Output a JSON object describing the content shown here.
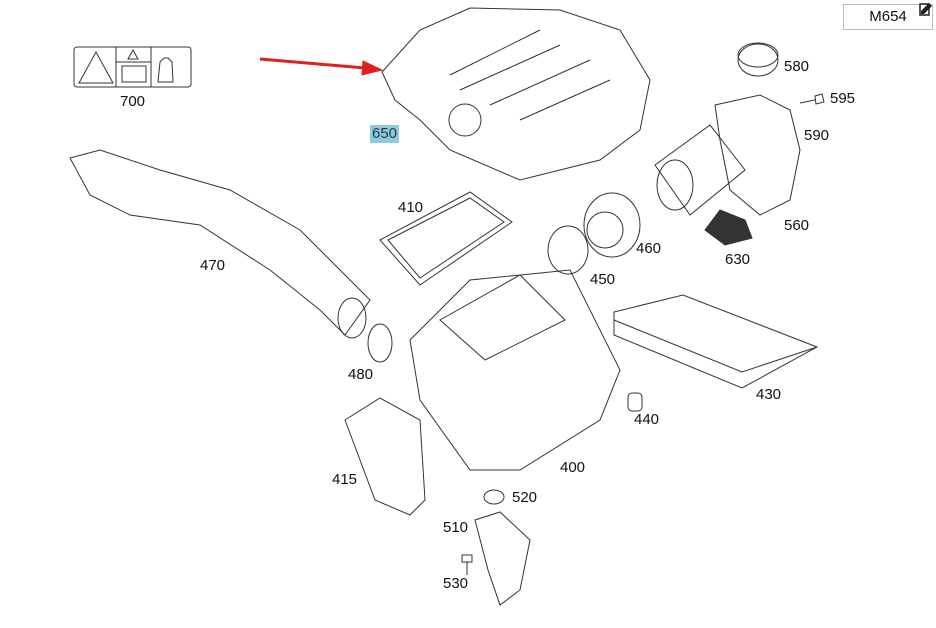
{
  "model": {
    "code": "M654"
  },
  "selected": "650",
  "parts": [
    {
      "id": "700",
      "label": "700"
    },
    {
      "id": "650",
      "label": "650"
    },
    {
      "id": "580",
      "label": "580"
    },
    {
      "id": "595",
      "label": "595"
    },
    {
      "id": "590",
      "label": "590"
    },
    {
      "id": "560",
      "label": "560"
    },
    {
      "id": "630",
      "label": "630"
    },
    {
      "id": "460",
      "label": "460"
    },
    {
      "id": "450",
      "label": "450"
    },
    {
      "id": "410",
      "label": "410"
    },
    {
      "id": "470",
      "label": "470"
    },
    {
      "id": "480",
      "label": "480"
    },
    {
      "id": "430",
      "label": "430"
    },
    {
      "id": "440",
      "label": "440"
    },
    {
      "id": "400",
      "label": "400"
    },
    {
      "id": "415",
      "label": "415"
    },
    {
      "id": "520",
      "label": "520"
    },
    {
      "id": "510",
      "label": "510"
    },
    {
      "id": "530",
      "label": "530"
    }
  ],
  "colors": {
    "arrow": "#e0201c",
    "highlight": "#8ec9dc"
  }
}
